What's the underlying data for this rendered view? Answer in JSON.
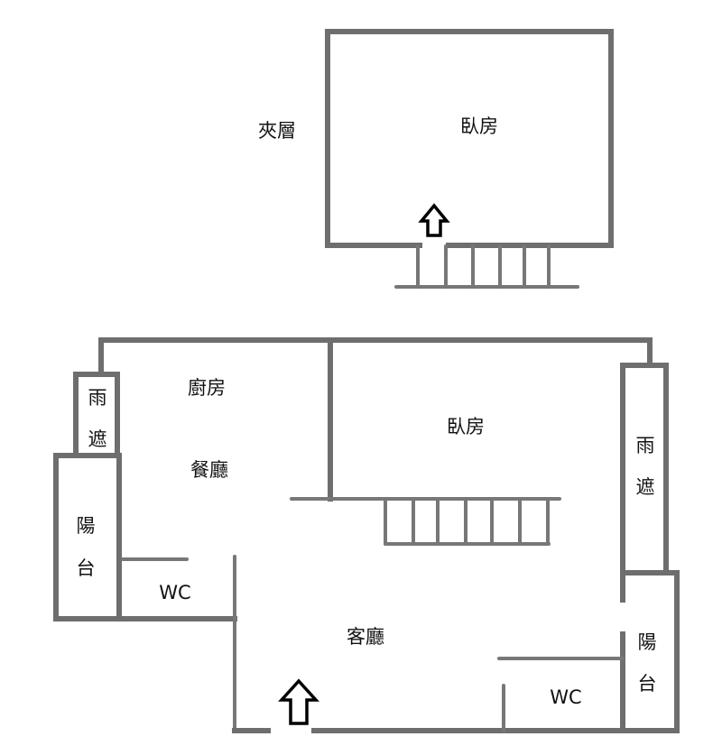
{
  "upper_floor": {
    "mezzanine_label": "夾層",
    "bedroom_label": "臥房"
  },
  "lower_floor": {
    "kitchen_label": "廚房",
    "dining_label": "餐廳",
    "bedroom_label": "臥房",
    "living_label": "客廳",
    "left_canopy_label": [
      "雨",
      "遮"
    ],
    "left_balcony_label": [
      "陽",
      "台"
    ],
    "left_wc_label": "WC",
    "right_canopy_label": [
      "雨",
      "遮"
    ],
    "right_balcony_label": [
      "陽",
      "台"
    ],
    "right_wc_label": "WC"
  },
  "icons": {
    "upper_arrow": "up-arrow-icon",
    "entrance_arrow": "up-arrow-icon"
  }
}
